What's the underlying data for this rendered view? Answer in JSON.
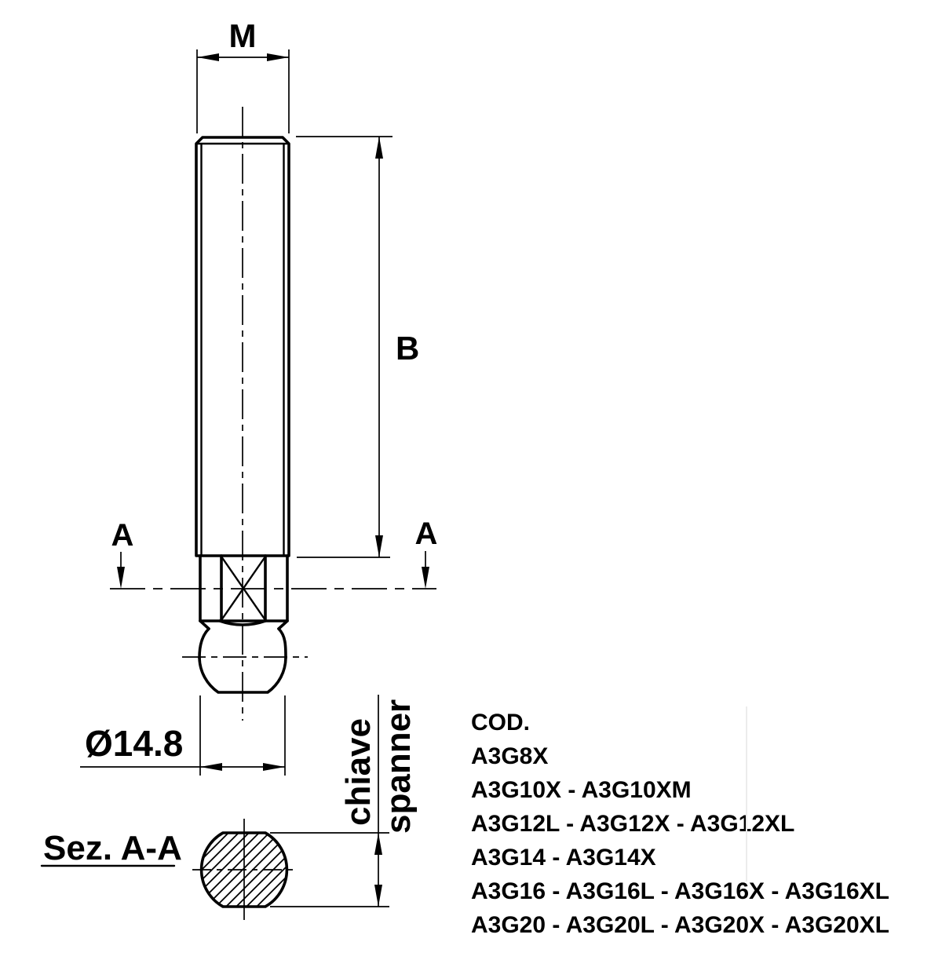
{
  "drawing": {
    "dim_thread": "M",
    "dim_length": "B",
    "section_marker_left": "A",
    "section_marker_right": "A",
    "dim_ball_diameter": "Ø14.8",
    "spanner_label_it": "chiave",
    "spanner_label_en": "spanner",
    "section_view_title": "Sez. A-A"
  },
  "codes": {
    "header": "COD.",
    "rows": [
      "A3G8X",
      "A3G10X - A3G10XM",
      "A3G12L - A3G12X - A3G12XL",
      "A3G14 - A3G14X",
      "A3G16 - A3G16L - A3G16X - A3G16XL",
      "A3G20 - A3G20L - A3G20X - A3G20XL"
    ]
  },
  "colors": {
    "line": "#000000",
    "background": "#ffffff",
    "artifact_line": "#ececec"
  }
}
